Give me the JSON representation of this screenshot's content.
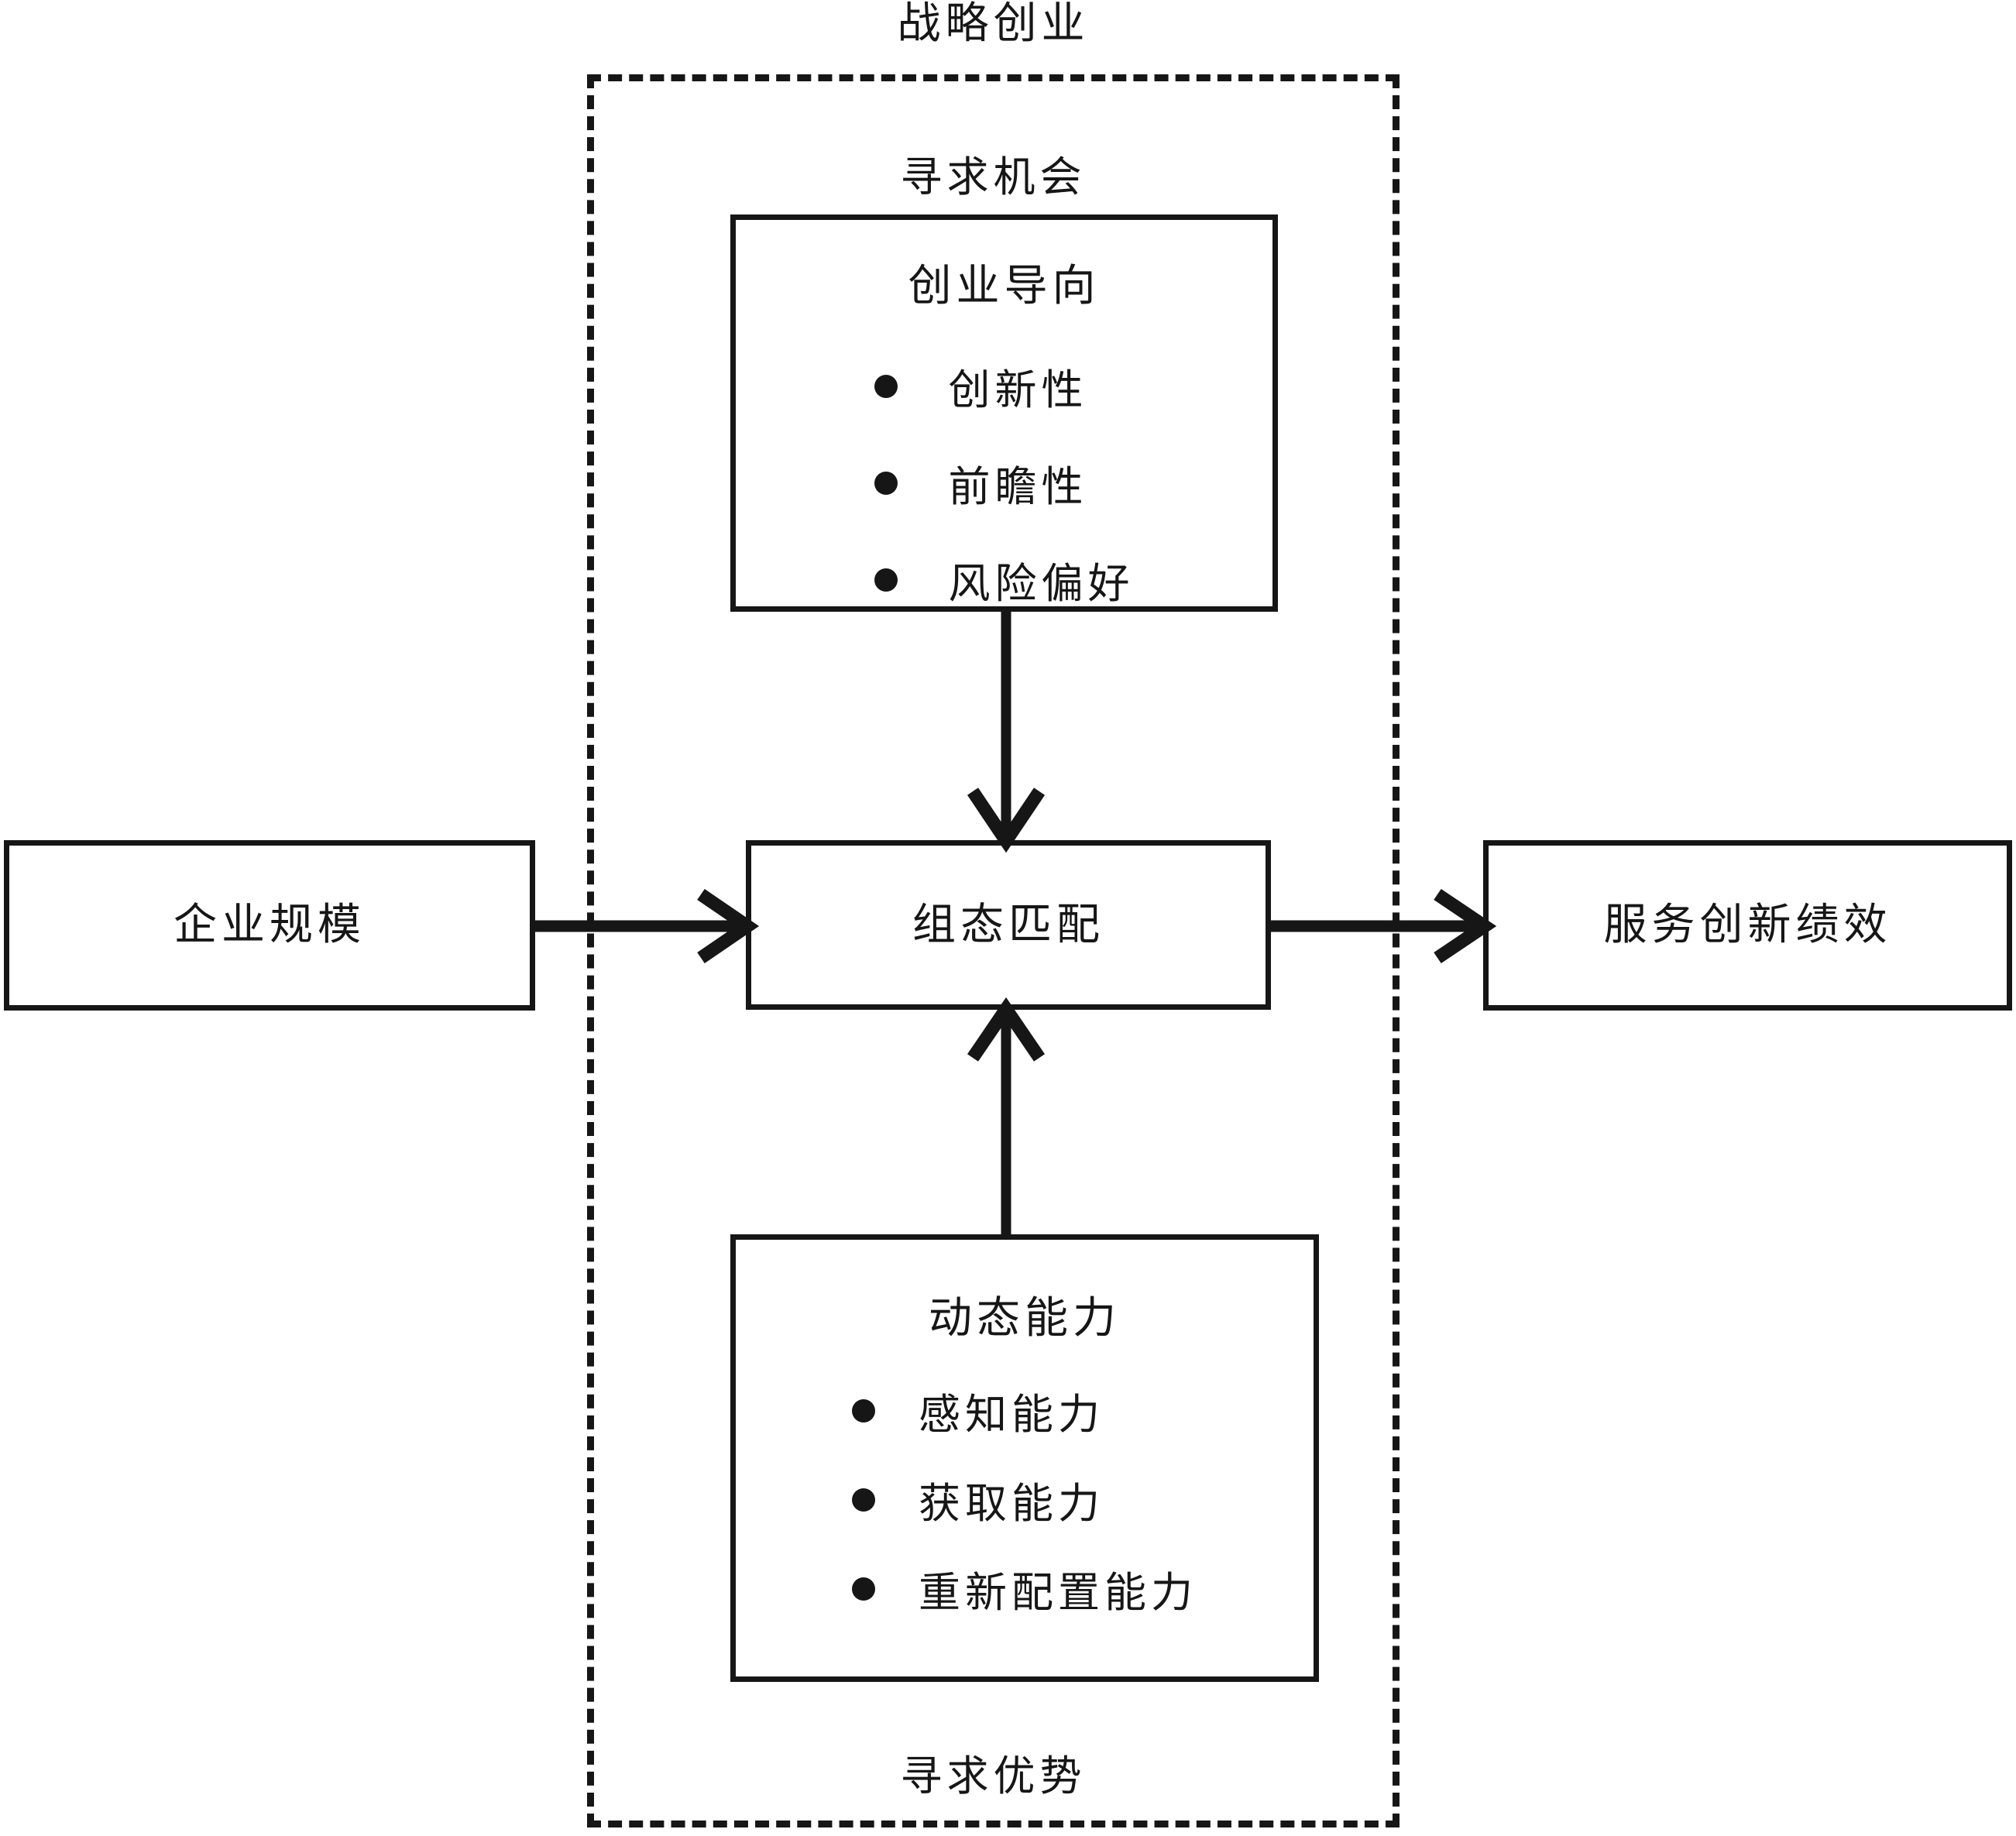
{
  "diagram": {
    "title": "战略创业",
    "top_caption": "寻求机会",
    "bottom_caption": "寻求优势",
    "accent_color": "#161616",
    "background_color": "#ffffff"
  },
  "nodes": {
    "firm_size": {
      "label": "企业规模"
    },
    "configurational_match": {
      "label": "组态匹配"
    },
    "service_innovation_performance": {
      "label": "服务创新绩效"
    },
    "entrepreneurial_orientation": {
      "title": "创业导向",
      "items": [
        "创新性",
        "前瞻性",
        "风险偏好"
      ]
    },
    "dynamic_capability": {
      "title": "动态能力",
      "items": [
        "感知能力",
        "获取能力",
        "重新配置能力"
      ]
    }
  },
  "connectors": [
    {
      "name": "eo-to-match",
      "from": "entrepreneurial_orientation",
      "to": "configurational_match",
      "direction": "down"
    },
    {
      "name": "firmsize-to-match",
      "from": "firm_size",
      "to": "configurational_match",
      "direction": "right"
    },
    {
      "name": "match-to-performance",
      "from": "configurational_match",
      "to": "service_innovation_performance",
      "direction": "right"
    },
    {
      "name": "dc-to-match",
      "from": "dynamic_capability",
      "to": "configurational_match",
      "direction": "up"
    }
  ]
}
